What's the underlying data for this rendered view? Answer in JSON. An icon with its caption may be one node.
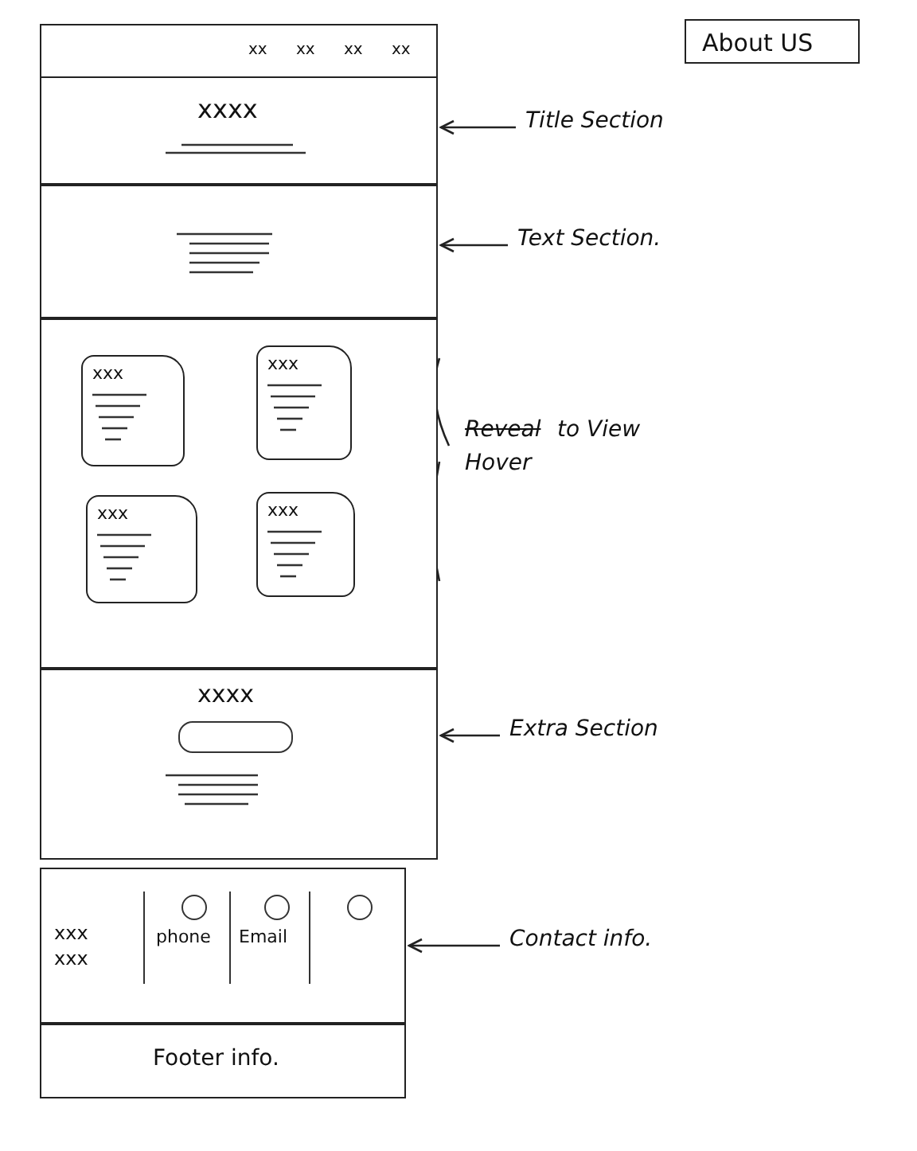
{
  "diagram": {
    "nodes": [
      {
        "text": [
          "xx",
          "xx",
          "xx",
          "xx"
        ]
      },
      {
        "text": [
          "About US"
        ]
      },
      {
        "text": [
          "xxxx"
        ]
      },
      {
        "text": [
          "Title Section"
        ]
      },
      {
        "text": [],
        "shape": "box"
      },
      {
        "text": [
          "Text Section."
        ]
      },
      {
        "text": [],
        "shape": "box"
      },
      {
        "text": [
          "xxx"
        ],
        "in": 6
      },
      {
        "text": [
          "xxx"
        ],
        "in": 6
      },
      {
        "text": [
          "xxx"
        ],
        "in": 6
      },
      {
        "text": [
          "xxx"
        ],
        "in": 6
      },
      {
        "text": [
          "xxxx"
        ]
      },
      {
        "text": [
          "Extra Section"
        ]
      },
      {
        "text": [
          "xxx xxx",
          "phone",
          "Email"
        ]
      },
      {
        "text": [
          "Footer info."
        ]
      },
      {
        "text": [
          "Contact info."
        ]
      }
    ],
    "edges": [
      {
        "from": 3,
        "to": 2,
        "arrow": "to"
      },
      {
        "from": 5,
        "to": 4,
        "arrow": "to"
      },
      {
        "from": 12,
        "to": 11,
        "arrow": "to"
      },
      {
        "from": 15,
        "to": 13,
        "arrow": "to"
      }
    ],
    "labels": [
      "Reveal",
      "to View",
      "Hover"
    ]
  }
}
